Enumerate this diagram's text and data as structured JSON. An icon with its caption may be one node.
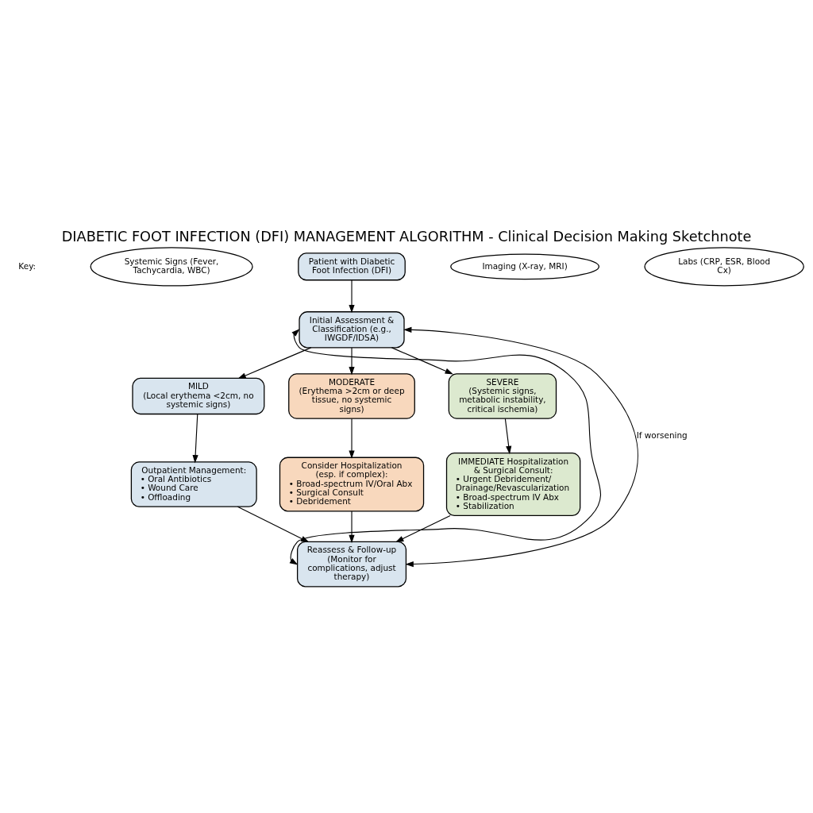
{
  "diagram": {
    "title": "DIABETIC FOOT INFECTION (DFI) MANAGEMENT ALGORITHM - Clinical Decision Making Sketchnote",
    "nodes": [
      {
        "text": [
          "Patient with Diabetic Foot Infection (DFI)"
        ]
      },
      {
        "text": [
          "Systemic Signs (Fever, Tachycardia, WBC)"
        ]
      },
      {
        "text": [
          "Imaging (X-ray, MRI)"
        ]
      },
      {
        "text": [
          "Labs (CRP, ESR, Blood Cx)"
        ]
      },
      {
        "text": [
          "Initial Assessment & Classification (e.g., IWGDF/IDSA)"
        ]
      },
      {
        "text": [
          "MILD",
          "(Local erythema <2cm, no systemic signs)"
        ]
      },
      {
        "text": [
          "MODERATE",
          "(Erythema >2cm or deep tissue, no systemic signs)"
        ]
      },
      {
        "text": [
          "SEVERE",
          "(Systemic signs, metabolic instability, critical ischemia)"
        ]
      },
      {
        "text": [
          "Outpatient Management:",
          "• Oral Antibiotics",
          "• Wound Care",
          "• Offloading"
        ]
      },
      {
        "text": [
          "Consider Hospitalization (esp. if complex):",
          "• Broad-spectrum IV/Oral Abx",
          "• Surgical Consult",
          "• Debridement"
        ]
      },
      {
        "text": [
          "IMMEDIATE Hospitalization & Surgical Consult:",
          "• Urgent Debridement/ Drainage/Revascularization",
          "• Broad-spectrum IV Abx",
          "• Stabilization"
        ]
      },
      {
        "text": [
          "Reassess & Follow-up",
          "(Monitor for complications, adjust therapy)"
        ]
      }
    ],
    "edges": [
      {
        "from": 0,
        "to": 4,
        "arrow": "to"
      },
      {
        "from": 4,
        "to": 5,
        "arrow": "to"
      },
      {
        "from": 4,
        "to": 6,
        "arrow": "to"
      },
      {
        "from": 4,
        "to": 7,
        "arrow": "to"
      },
      {
        "from": 5,
        "to": 8,
        "arrow": "to"
      },
      {
        "from": 6,
        "to": 9,
        "arrow": "to"
      },
      {
        "from": 7,
        "to": 10,
        "arrow": "to"
      },
      {
        "from": 8,
        "to": 11,
        "arrow": "to"
      },
      {
        "from": 9,
        "to": 11,
        "arrow": "to"
      },
      {
        "from": 10,
        "to": 11,
        "arrow": "to"
      },
      {
        "from": 11,
        "to": 4,
        "arrow": "both"
      },
      {
        "from": 11,
        "to": 4,
        "arrow": "both",
        "label": "If worsening"
      }
    ],
    "labels": [
      "Key:"
    ]
  }
}
